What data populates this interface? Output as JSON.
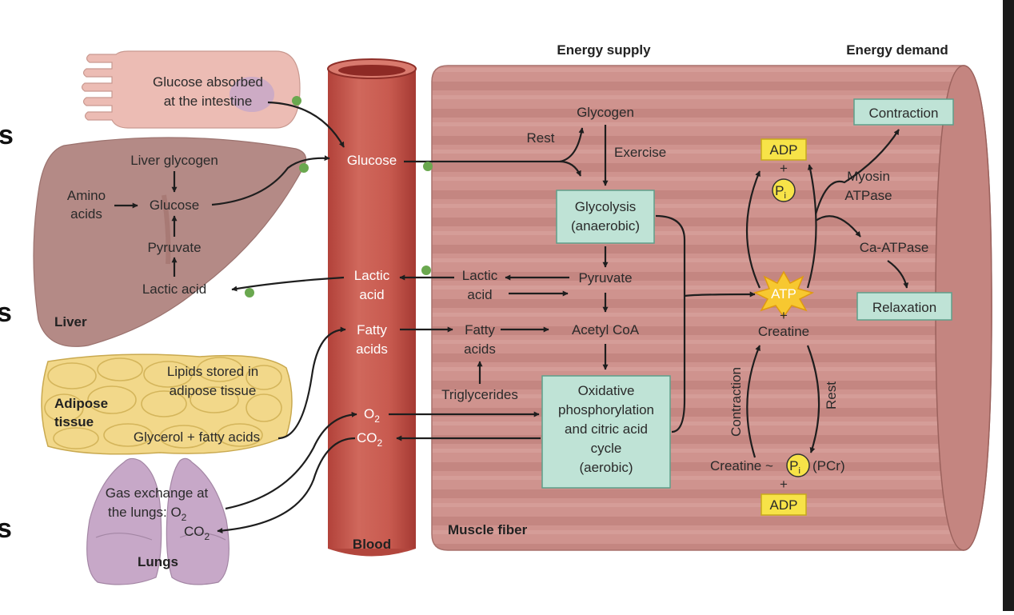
{
  "header": {
    "energy_supply": "Energy supply",
    "energy_demand": "Energy demand"
  },
  "edge_marks": [
    "s",
    "s",
    "s"
  ],
  "intestine": {
    "line1": "Glucose absorbed",
    "line2": "at the intestine"
  },
  "liver": {
    "title": "Liver",
    "liver_glycogen": "Liver glycogen",
    "amino1": "Amino",
    "amino2": "acids",
    "glucose": "Glucose",
    "pyruvate": "Pyruvate",
    "lactic_acid": "Lactic acid"
  },
  "adipose": {
    "title1": "Adipose",
    "title2": "tissue",
    "lipids1": "Lipids stored in",
    "lipids2": "adipose tissue",
    "glycerol": "Glycerol + fatty acids"
  },
  "lungs": {
    "title": "Lungs",
    "gas1": "Gas exchange at",
    "gas2": "the lungs: O",
    "gas2_sub": "2",
    "co2": "CO",
    "co2_sub": "2"
  },
  "blood": {
    "title": "Blood",
    "glucose": "Glucose",
    "lactic1": "Lactic",
    "lactic2": "acid",
    "fatty1": "Fatty",
    "fatty2": "acids",
    "o2": "O",
    "o2_sub": "2",
    "co2": "CO",
    "co2_sub": "2"
  },
  "muscle": {
    "title": "Muscle fiber",
    "glycogen": "Glycogen",
    "rest": "Rest",
    "exercise": "Exercise",
    "glycolysis1": "Glycolysis",
    "glycolysis2": "(anaerobic)",
    "lactic1": "Lactic",
    "lactic2": "acid",
    "pyruvate": "Pyruvate",
    "fatty1": "Fatty",
    "fatty2": "acids",
    "acetyl": "Acetyl CoA",
    "triglycerides": "Triglycerides",
    "oxid1": "Oxidative",
    "oxid2": "phosphorylation",
    "oxid3": "and citric acid",
    "oxid4": "cycle",
    "oxid5": "(aerobic)"
  },
  "energy": {
    "adp_top": "ADP",
    "plus_top": "+",
    "pi": "P",
    "pi_sub": "i",
    "atp": "ATP",
    "plus_atp": "+",
    "creatine": "Creatine",
    "contraction_vertical": "Contraction",
    "rest_vertical": "Rest",
    "pcr_creatine": "Creatine ~",
    "pcr": "(PCr)",
    "plus_bottom": "+",
    "adp_bottom": "ADP",
    "myosin1": "Myosin",
    "myosin2": "ATPase",
    "ca_atpase": "Ca-ATPase",
    "contraction": "Contraction",
    "relaxation": "Relaxation"
  },
  "colors": {
    "muscle": "#c98b87",
    "muscle_stripe": "#b97873",
    "blood_vessel": "#c4554a",
    "liver": "#b48a86",
    "intestine": "#ecbcb4",
    "adipose": "#f2d88a",
    "lungs": "#c7a8c8",
    "process_box": "#bfe3d6",
    "highlight_box": "#f7e348",
    "atp_star": "#f7c830",
    "junction_dot": "#6aa84f"
  }
}
